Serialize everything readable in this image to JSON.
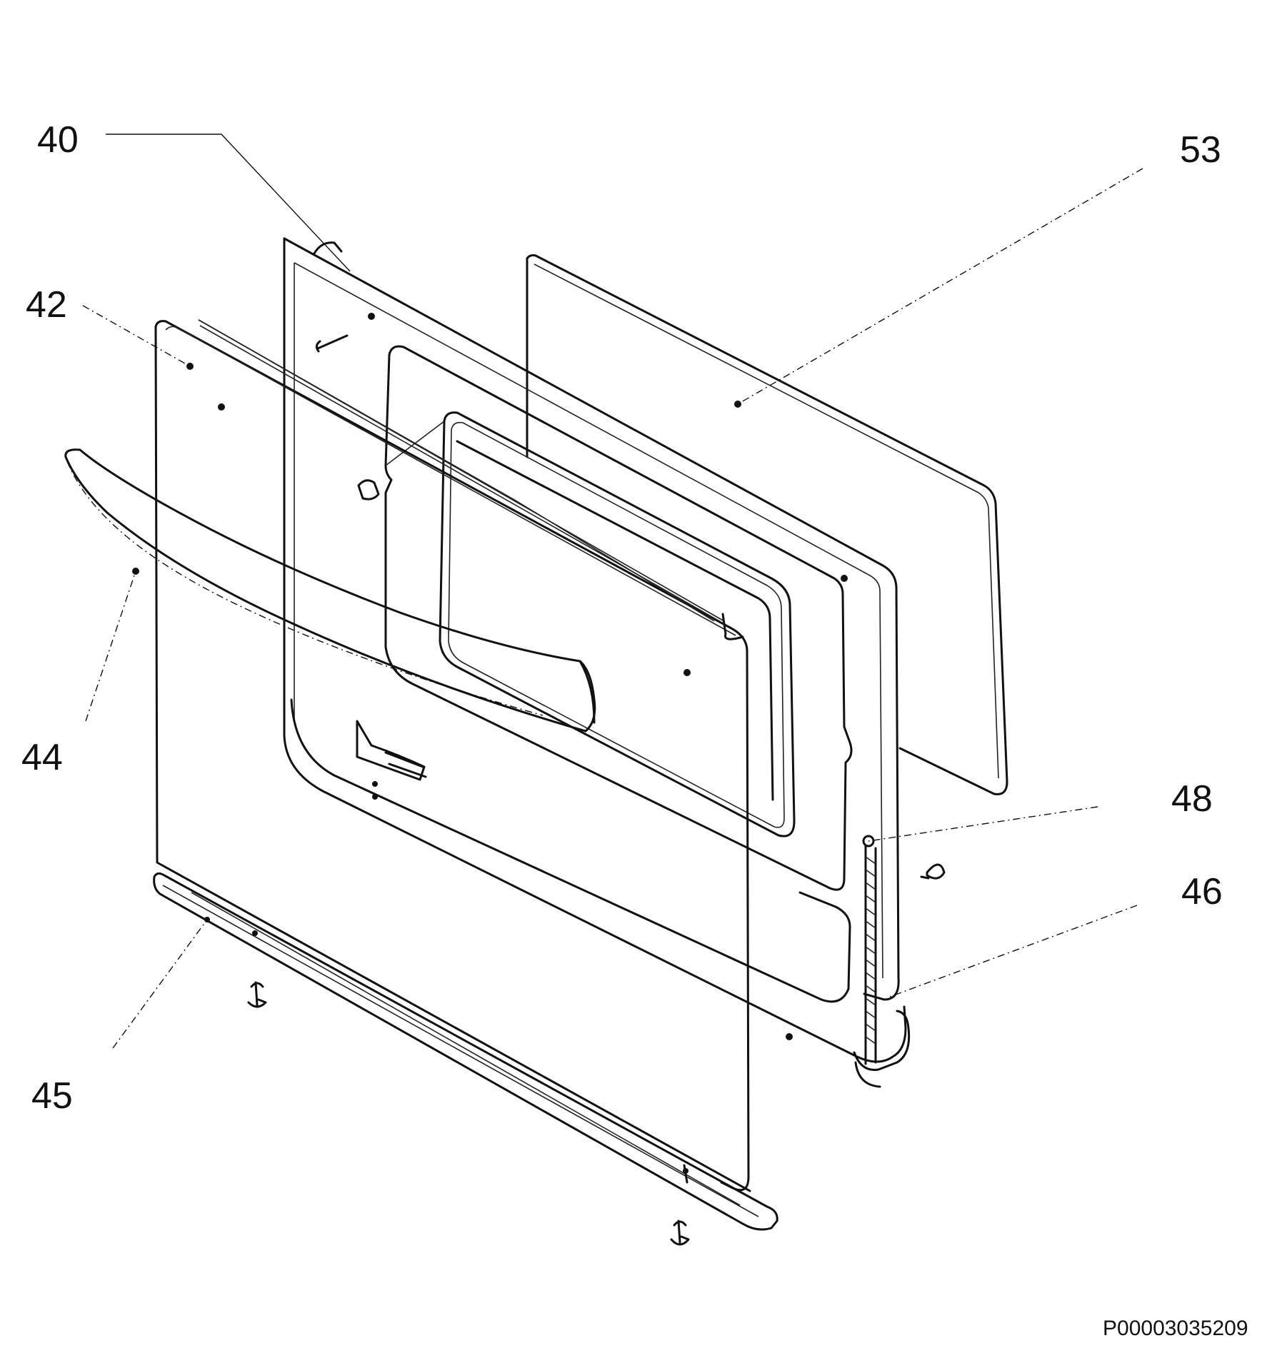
{
  "labels": {
    "p40": "40",
    "p42": "42",
    "p44": "44",
    "p45": "45",
    "p46": "46",
    "p48": "48",
    "p53": "53"
  },
  "drawing_code": "P00003035209"
}
